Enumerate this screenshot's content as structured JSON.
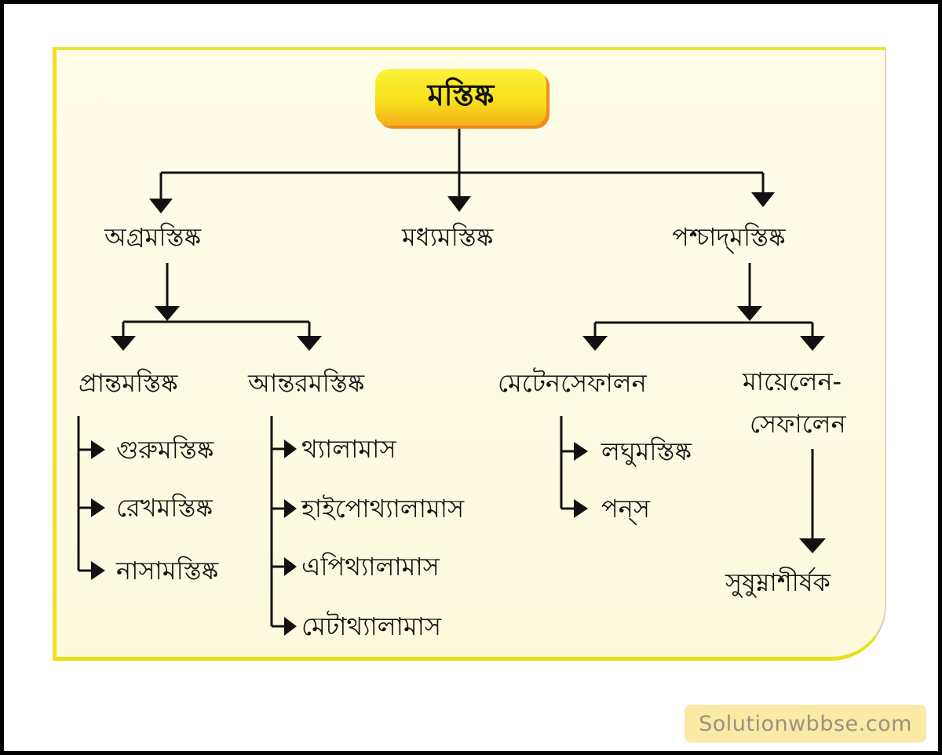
{
  "diagram": {
    "root": "মস্তিষ্ক",
    "level1": [
      {
        "id": "forebrain",
        "label": "অগ্রমস্তিষ্ক"
      },
      {
        "id": "midbrain",
        "label": "মধ্যমস্তিষ্ক"
      },
      {
        "id": "hindbrain",
        "label": "পশ্চাদ্‌মস্তিষ্ক"
      }
    ],
    "forebrain_children": [
      {
        "id": "telencephalon",
        "label": "প্রান্তমস্তিষ্ক"
      },
      {
        "id": "diencephalon",
        "label": "আন্তরমস্তিষ্ক"
      }
    ],
    "hindbrain_children": [
      {
        "id": "metencephalon",
        "label": "মেটেনসেফালন"
      },
      {
        "id": "myelencephalon",
        "label_line1": "মায়েলেন-",
        "label_line2": "সেফালেন"
      }
    ],
    "telencephalon_parts": [
      "গুরুমস্তিষ্ক",
      "রেখমস্তিষ্ক",
      "নাসামস্তিষ্ক"
    ],
    "diencephalon_parts": [
      "থ্যালামাস",
      "হাইপোথ্যালামাস",
      "এপিথ্যালামাস",
      "মেটাথ্যালামাস"
    ],
    "metencephalon_parts": [
      "লঘুমস্তিষ্ক",
      "পন্‌স"
    ],
    "myelencephalon_parts": [
      "সুষুম্নাশীর্ষক"
    ]
  },
  "colors": {
    "panel_border": "#f0e020",
    "panel_bg": "#fdfbe2",
    "root_box_top": "#fbf23a",
    "root_box_bottom": "#f5b01a",
    "root_box_shadow": "#f28a1c",
    "line": "#111111",
    "watermark_bg": "#fbe9a6",
    "watermark_text": "#9a9282"
  },
  "watermark": "Solutionwbbse.com"
}
